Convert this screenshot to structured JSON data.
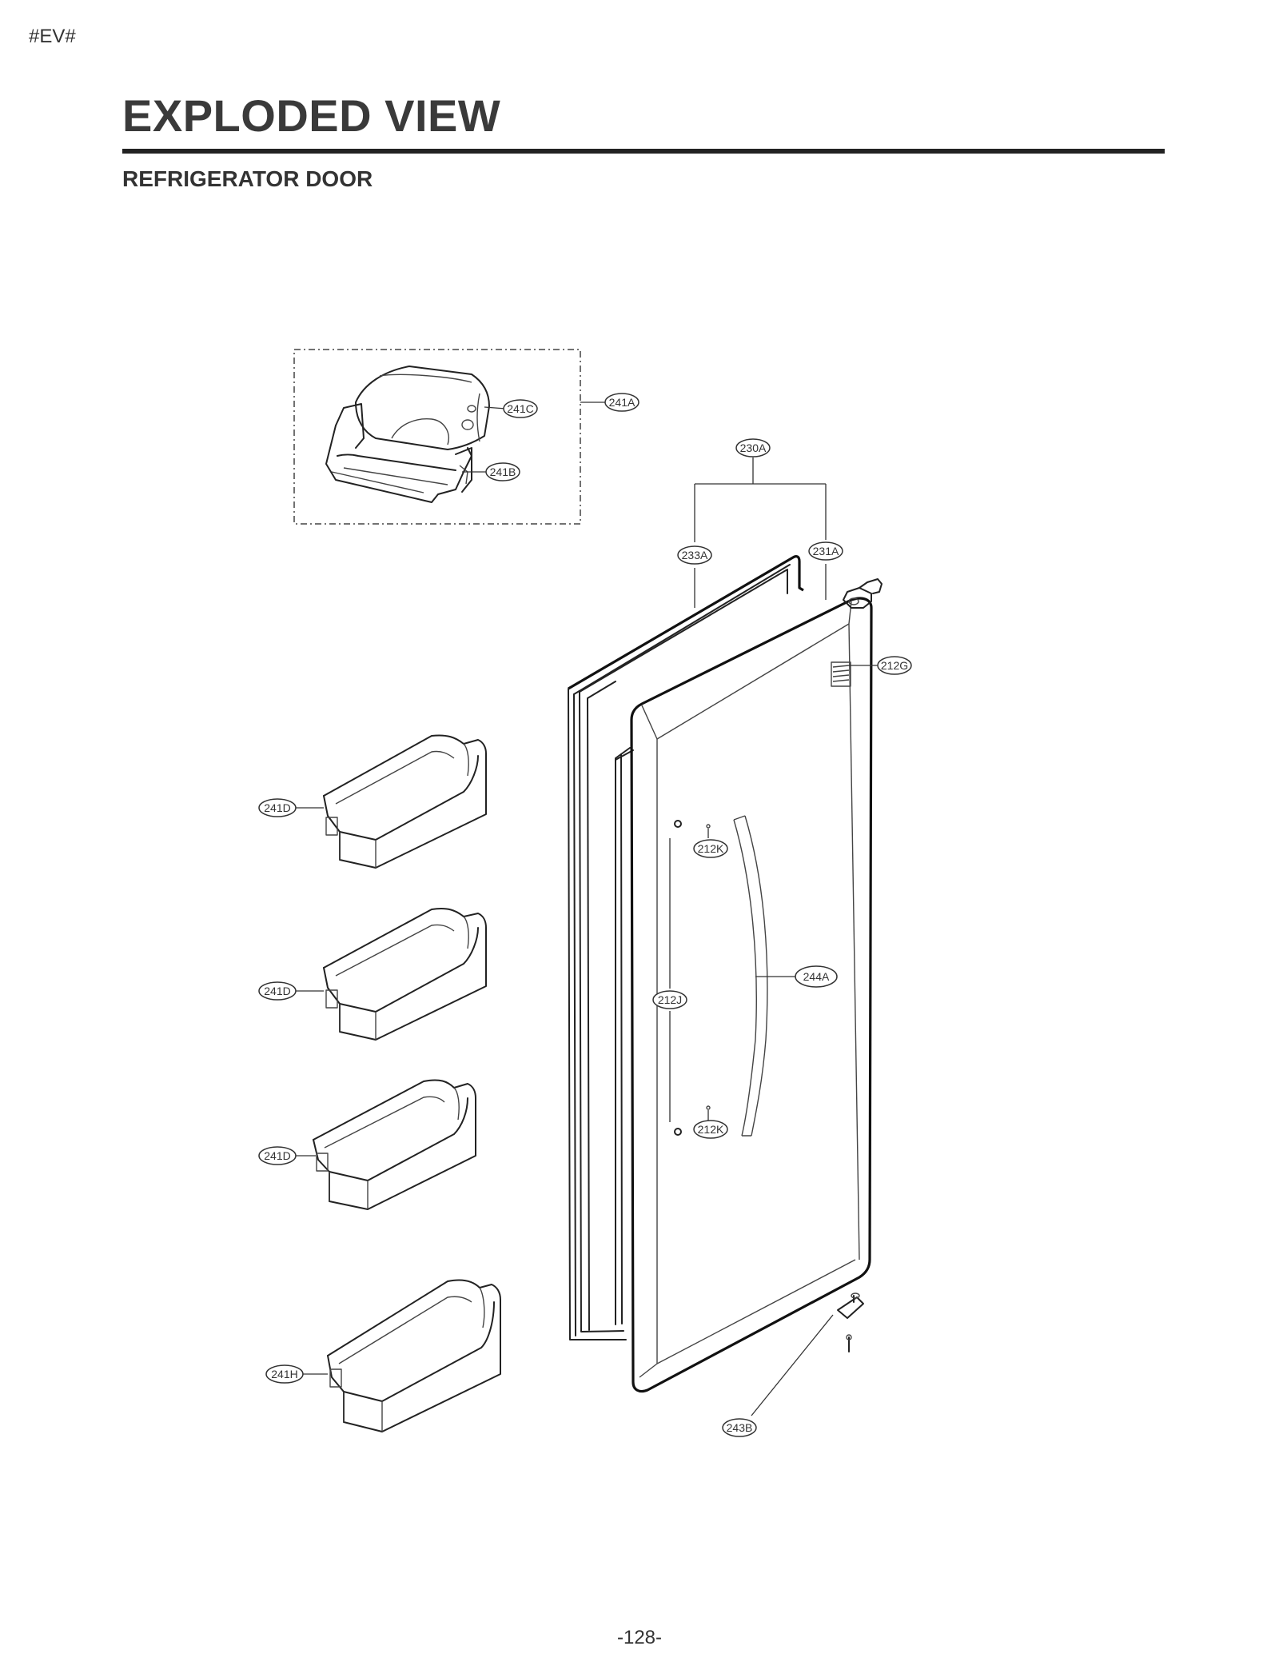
{
  "header": {
    "tag": "#EV#",
    "title": "EXPLODED VIEW",
    "section": "REFRIGERATOR DOOR"
  },
  "parts": {
    "p241A": "241A",
    "p241C": "241C",
    "p241B": "241B",
    "p230A": "230A",
    "p233A": "233A",
    "p231A": "231A",
    "p212G": "212G",
    "p241D_1": "241D",
    "p241D_2": "241D",
    "p241D_3": "241D",
    "p241H": "241H",
    "p212K_1": "212K",
    "p212K_2": "212K",
    "p244A": "244A",
    "p212J": "212J",
    "p243B": "243B"
  },
  "footer": {
    "page_number": "-128-"
  }
}
